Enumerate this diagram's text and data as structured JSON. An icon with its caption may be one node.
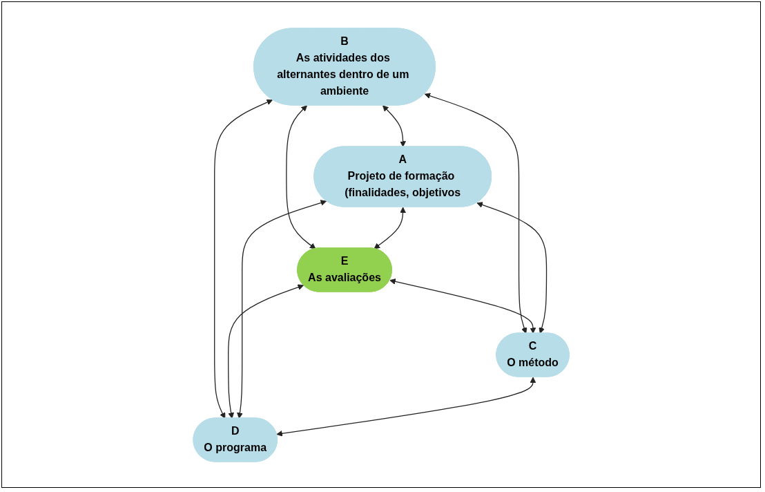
{
  "diagram": {
    "nodes": [
      {
        "text": [
          "B",
          "As atividades dos alternantes dentro de um ambiente"
        ]
      },
      {
        "text": [
          "A",
          "Projeto de formação (finalidades, objetivos"
        ]
      },
      {
        "text": [
          "E",
          "As avaliações"
        ]
      },
      {
        "text": [
          "C",
          "O método"
        ]
      },
      {
        "text": [
          "D",
          "O programa"
        ]
      }
    ],
    "edges": [
      {
        "from": 0,
        "to": 1,
        "arrow": "both"
      },
      {
        "from": 0,
        "to": 3,
        "arrow": "both"
      },
      {
        "from": 0,
        "to": 2,
        "arrow": "both"
      },
      {
        "from": 0,
        "to": 4,
        "arrow": "both"
      },
      {
        "from": 1,
        "to": 2,
        "arrow": "both"
      },
      {
        "from": 2,
        "to": 3,
        "arrow": "both"
      },
      {
        "from": 1,
        "to": 3,
        "arrow": "both"
      },
      {
        "from": 2,
        "to": 4,
        "arrow": "both"
      },
      {
        "from": 1,
        "to": 4,
        "arrow": "both"
      },
      {
        "from": 3,
        "to": 4,
        "arrow": "both"
      }
    ]
  }
}
